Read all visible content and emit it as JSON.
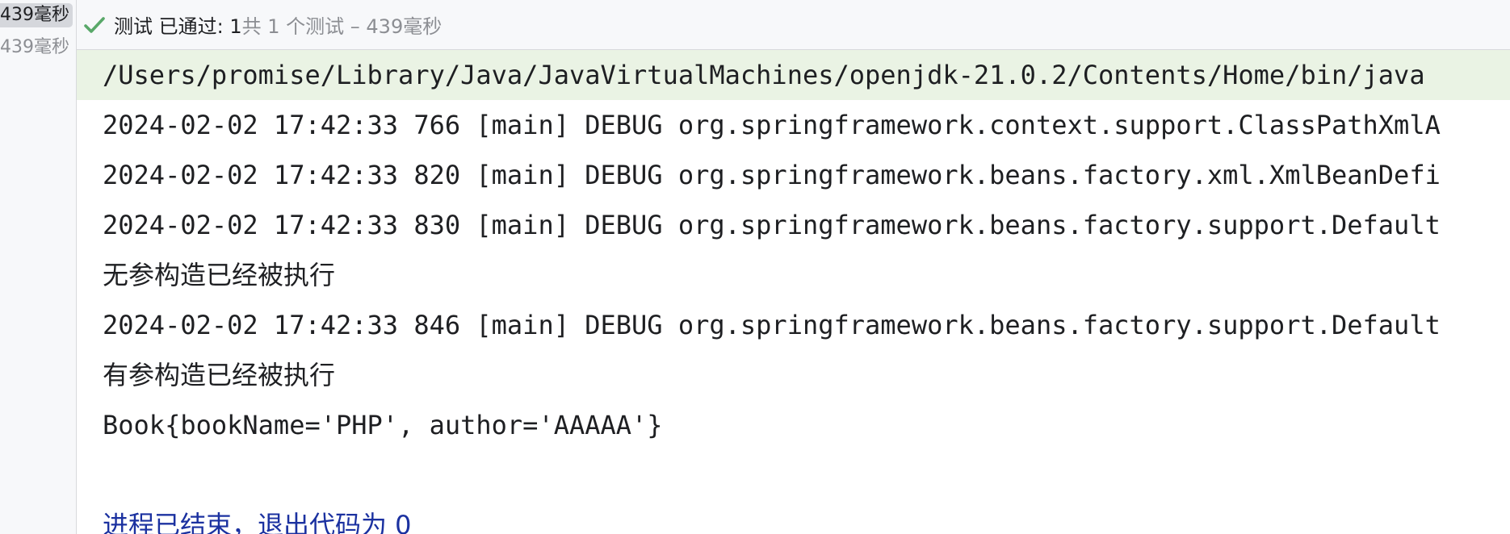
{
  "test_tree": {
    "root_time": "439毫秒",
    "child_time": "439毫秒"
  },
  "status": {
    "passed_label": "测试 已通过: 1",
    "summary": "共 1 个测试 – 439毫秒",
    "accent_color": "#59a869"
  },
  "console": {
    "command": "/Users/promise/Library/Java/JavaVirtualMachines/openjdk-21.0.2/Contents/Home/bin/java",
    "lines": [
      "2024-02-02 17:42:33 766 [main] DEBUG org.springframework.context.support.ClassPathXmlA",
      "2024-02-02 17:42:33 820 [main] DEBUG org.springframework.beans.factory.xml.XmlBeanDefi",
      "2024-02-02 17:42:33 830 [main] DEBUG org.springframework.beans.factory.support.Default",
      "无参构造已经被执行",
      "2024-02-02 17:42:33 846 [main] DEBUG org.springframework.beans.factory.support.Default",
      "有参构造已经被执行",
      "Book{bookName='PHP', author='AAAAA'}"
    ],
    "exit_message": "进程已结束，退出代码为 0"
  }
}
